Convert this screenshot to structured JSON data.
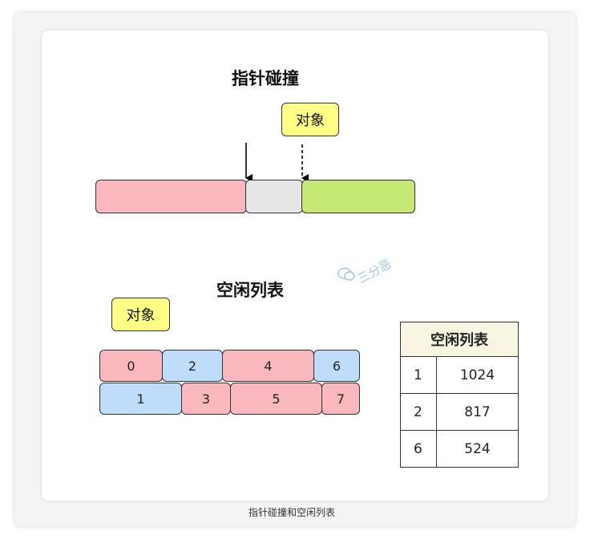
{
  "top_section": {
    "title": "指针碰撞",
    "object_label": "对象"
  },
  "bottom_section": {
    "title": "空闲列表",
    "object_label": "对象",
    "row1": [
      "0",
      "2",
      "4",
      "6"
    ],
    "row2": [
      "1",
      "3",
      "5",
      "7"
    ]
  },
  "free_list_table": {
    "header": "空闲列表",
    "rows": [
      {
        "index": "1",
        "size": "1024"
      },
      {
        "index": "2",
        "size": "817"
      },
      {
        "index": "6",
        "size": "524"
      }
    ]
  },
  "watermark": "三分恶",
  "caption": "指针碰撞和空闲列表",
  "colors": {
    "used": "#f8b8bd",
    "free": "#bfdcfa",
    "gap": "#e6e6e6",
    "available": "#c5e877",
    "object_box": "#ffff88"
  }
}
